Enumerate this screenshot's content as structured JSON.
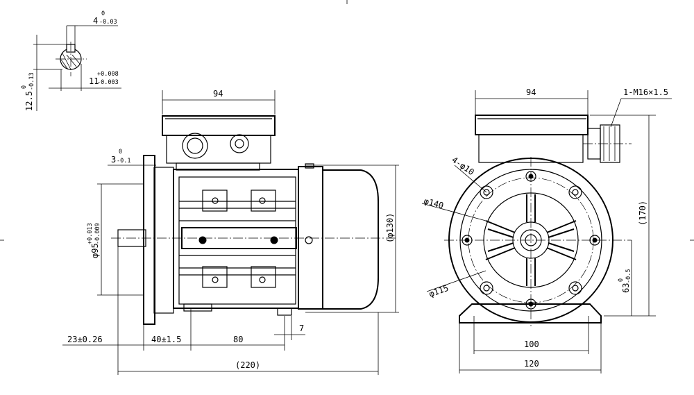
{
  "shaft_section": {
    "key_width": {
      "base": "4",
      "upper": "0",
      "lower": "-0.03"
    },
    "key_depth": {
      "base": "11",
      "upper": "+0.008",
      "lower": "-0.003"
    },
    "shaft_height": {
      "base": "12.5",
      "upper": "0",
      "lower": "-0.13"
    }
  },
  "side_view": {
    "terminal_box_width": "94",
    "flange_thickness": {
      "base": "3",
      "upper": "0",
      "lower": "-0.1"
    },
    "spigot_diameter": {
      "base": "φ95",
      "upper": "+0.013",
      "lower": "-0.009"
    },
    "body_diameter": "(φ130)",
    "shaft_length": "23±0.26",
    "dim_40": "40±1.5",
    "dim_80": "80",
    "dim_7": "7",
    "overall_length": "(220)"
  },
  "end_view": {
    "terminal_box_width": "94",
    "gland_thread": "1-M16×1.5",
    "bolt_holes": "4-φ10",
    "pcd": "φ140",
    "spigot": "φ115",
    "overall_height": "(170)",
    "shaft_center_height": {
      "base": "63",
      "upper": "0",
      "lower": "-0.5"
    },
    "foot_hole_spacing": "100",
    "foot_width": "120"
  }
}
